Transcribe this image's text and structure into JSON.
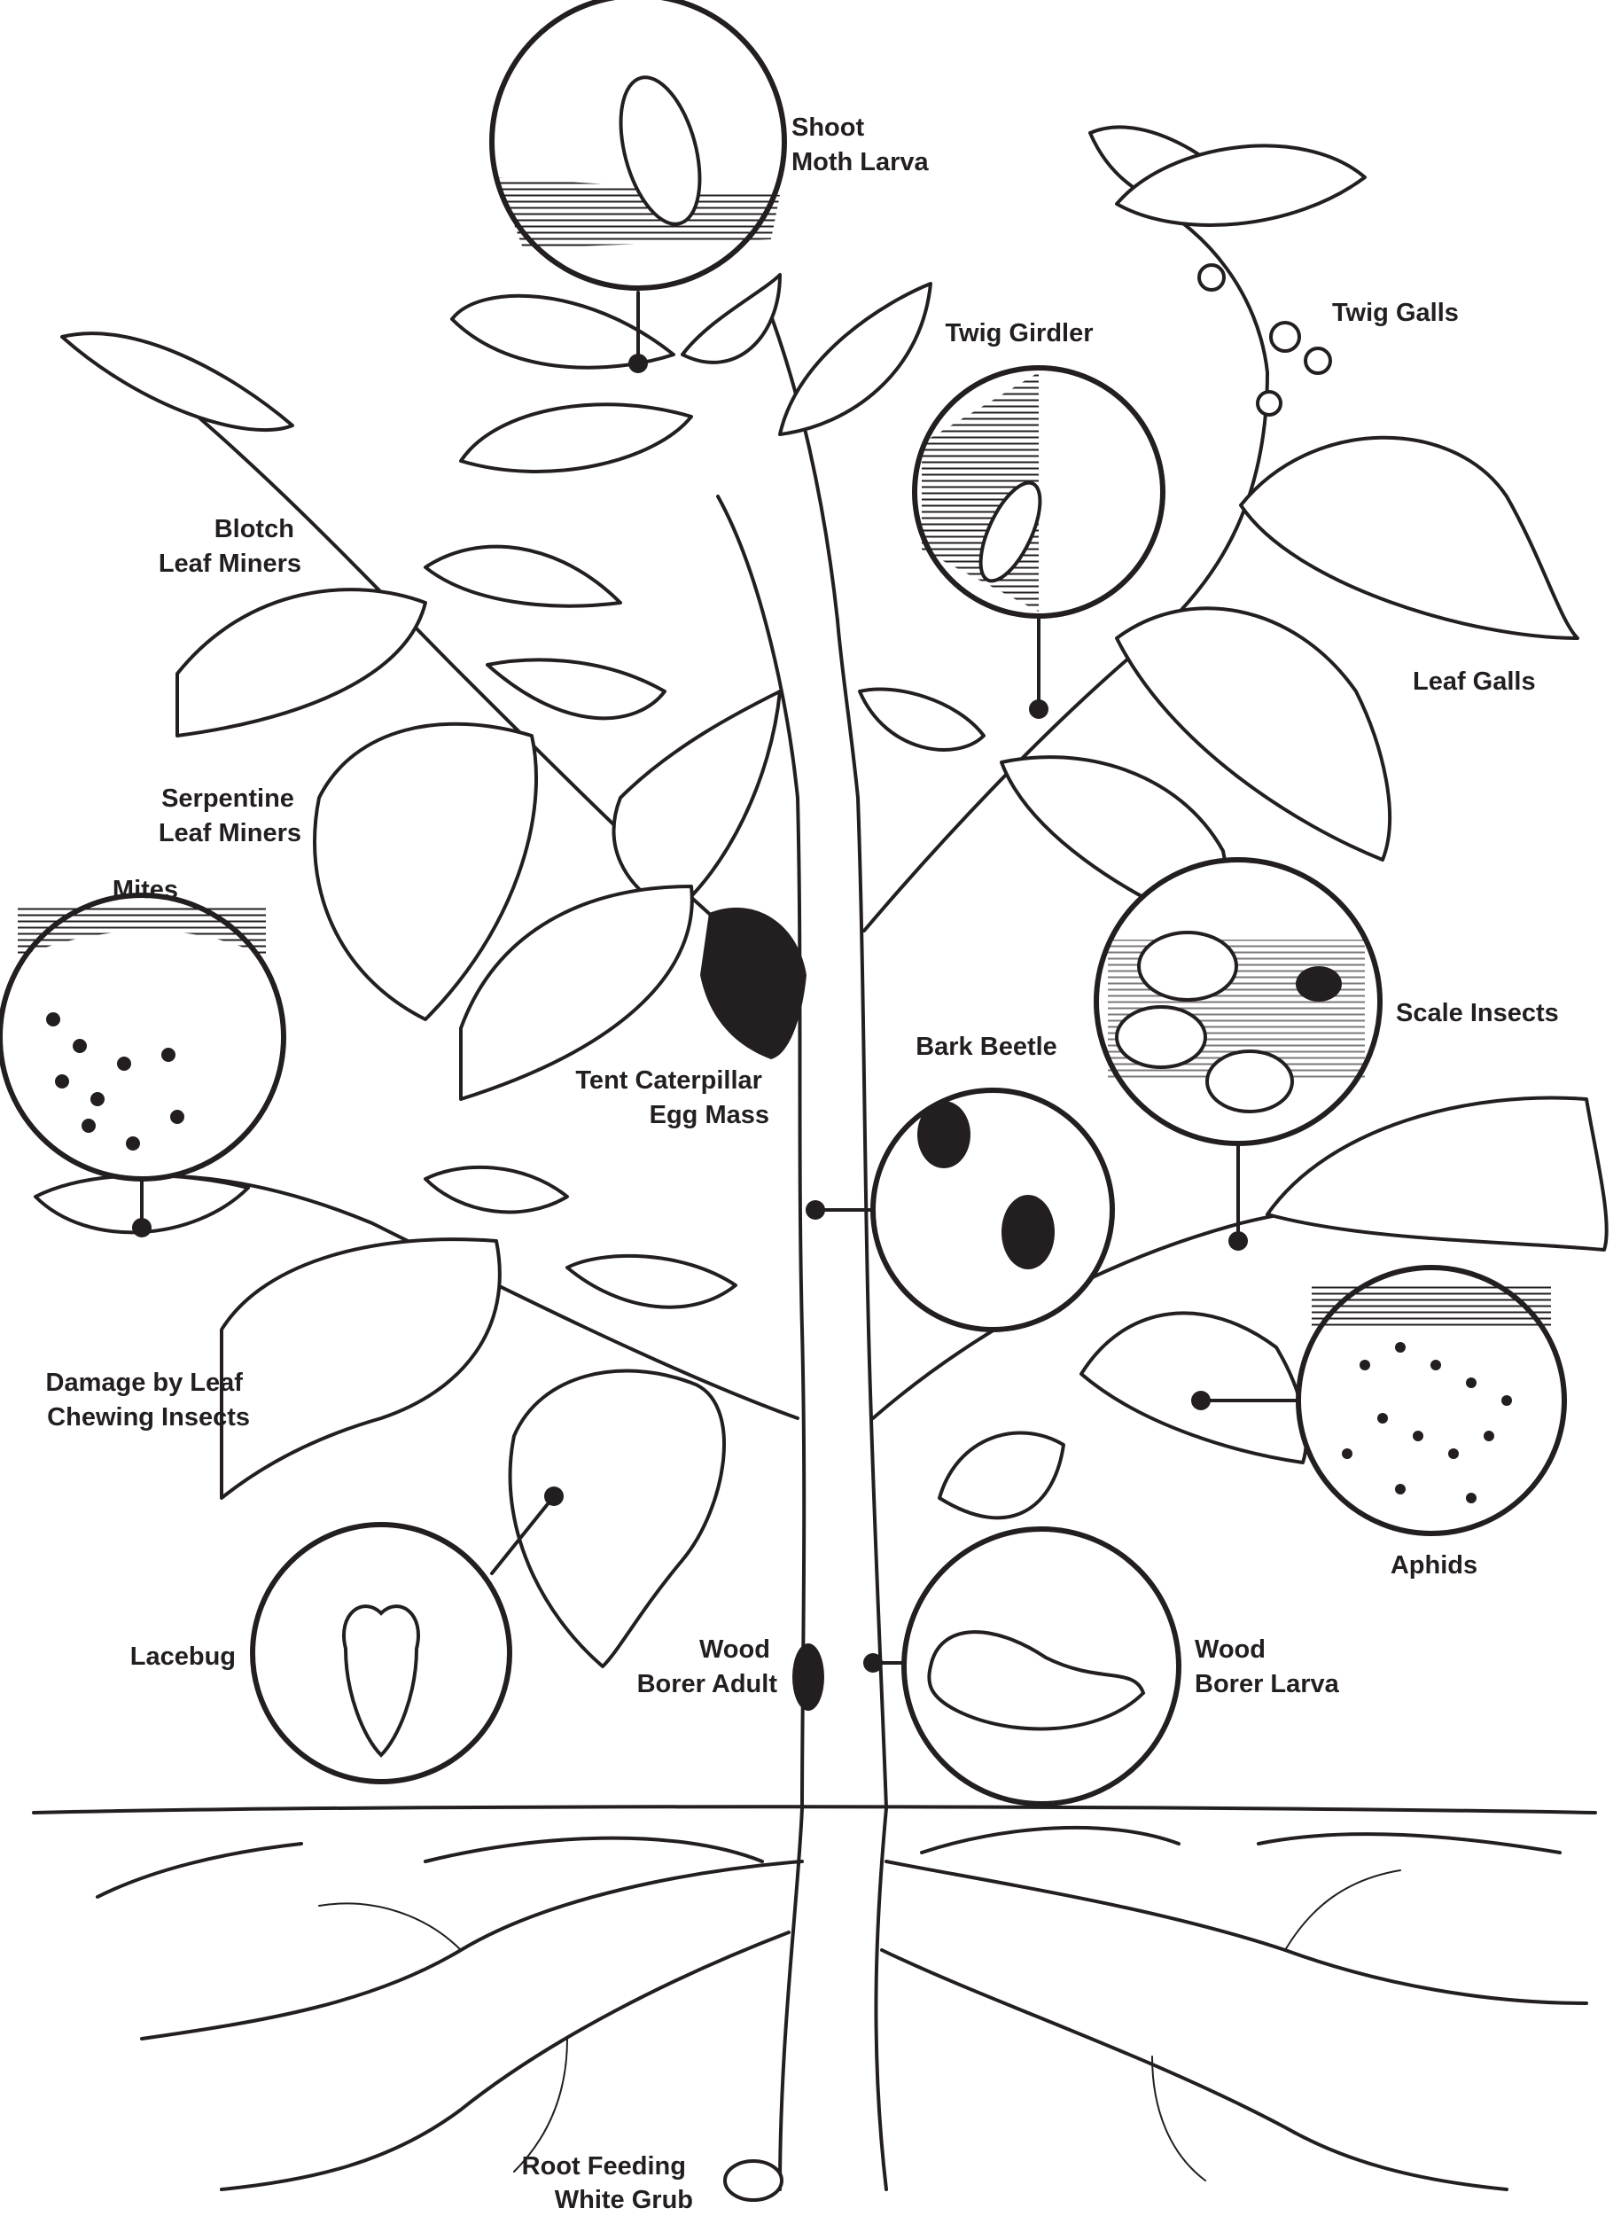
{
  "diagram": {
    "ink_color": "#231f20",
    "background": "#ffffff",
    "labels": {
      "shoot_moth_larva": [
        "Shoot",
        "Moth Larva"
      ],
      "twig_galls": [
        "Twig Galls"
      ],
      "twig_girdler": [
        "Twig Girdler"
      ],
      "blotch_leaf_miners": [
        "Blotch",
        "Leaf Miners"
      ],
      "leaf_galls": [
        "Leaf Galls"
      ],
      "serpentine_leaf_miners": [
        "Serpentine",
        "Leaf Miners"
      ],
      "mites": [
        "Mites"
      ],
      "scale_insects": [
        "Scale Insects"
      ],
      "tent_caterpillar_egg_mass": [
        "Tent Caterpillar",
        "Egg Mass"
      ],
      "bark_beetle": [
        "Bark Beetle"
      ],
      "damage_by_leaf_chewing_insects": [
        "Damage by Leaf",
        "Chewing Insects"
      ],
      "aphids": [
        "Aphids"
      ],
      "lacebug": [
        "Lacebug"
      ],
      "wood_borer_adult": [
        "Wood",
        "Borer Adult"
      ],
      "wood_borer_larva": [
        "Wood",
        "Borer Larva"
      ],
      "root_feeding_white_grub": [
        "Root Feeding",
        "White Grub"
      ]
    }
  }
}
